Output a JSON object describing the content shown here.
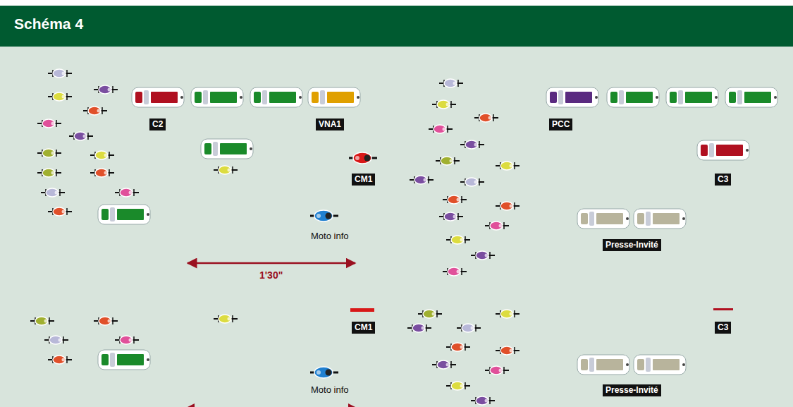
{
  "diagram": {
    "title": "Schéma 4",
    "nodes": [
      {
        "text": [
          "C2"
        ]
      },
      {
        "text": [
          "VNA1"
        ]
      },
      {
        "text": [
          "PCC"
        ]
      },
      {
        "text": [
          "C3"
        ]
      },
      {
        "text": [
          "CM1"
        ]
      },
      {
        "text": [
          "Presse-Invité"
        ]
      },
      {
        "text": [
          "CM1"
        ]
      },
      {
        "text": [
          "C3"
        ]
      },
      {
        "text": [
          "Presse-Invité"
        ]
      }
    ],
    "labels": [
      "Moto info",
      "1'30\"",
      "Moto info"
    ]
  }
}
